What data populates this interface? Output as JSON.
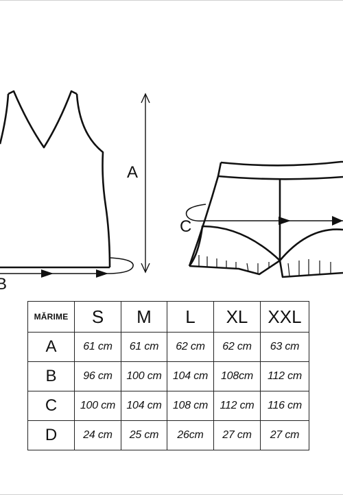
{
  "diagram": {
    "label_a": "A",
    "label_b": "B",
    "label_c": "C"
  },
  "table": {
    "corner": "MĂRIME",
    "sizes": [
      "S",
      "M",
      "L",
      "XL",
      "XXL"
    ],
    "rows": [
      {
        "label": "A",
        "values": [
          "61 cm",
          "61 cm",
          "62 cm",
          "62 cm",
          "63 cm"
        ]
      },
      {
        "label": "B",
        "values": [
          "96 cm",
          "100 cm",
          "104 cm",
          "108cm",
          "112 cm"
        ]
      },
      {
        "label": "C",
        "values": [
          "100 cm",
          "104 cm",
          "108 cm",
          "112 cm",
          "116 cm"
        ]
      },
      {
        "label": "D",
        "values": [
          "24 cm",
          "25 cm",
          "26cm",
          "27 cm",
          "27 cm"
        ]
      }
    ]
  }
}
